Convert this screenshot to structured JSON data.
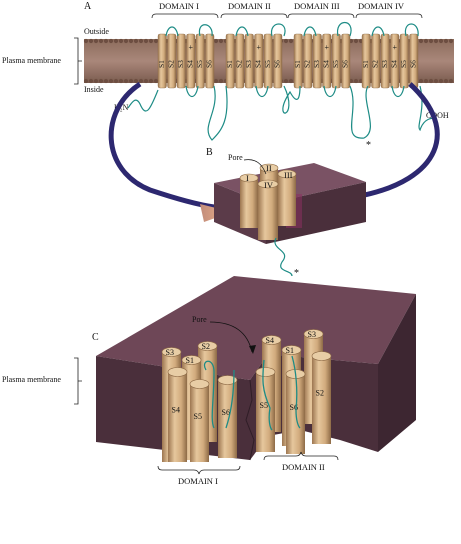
{
  "panel_a": {
    "label": "A",
    "domains": [
      "DOMAIN I",
      "DOMAIN II",
      "DOMAIN III",
      "DOMAIN IV"
    ],
    "segments": [
      "S1",
      "S2",
      "S3",
      "S4",
      "S5",
      "S6"
    ],
    "charge_mark": "+",
    "outside": "Outside",
    "inside": "Inside",
    "membrane": "Plasma membrane",
    "n_term": "H₂N",
    "c_term": "COOH",
    "asterisk": "*"
  },
  "panel_b": {
    "label": "B",
    "pore": "Pore",
    "numerals": [
      "I",
      "II",
      "III",
      "IV"
    ],
    "asterisk": "*"
  },
  "panel_c": {
    "label": "C",
    "pore": "Pore",
    "membrane": "Plasma membrane",
    "domain1_label": "DOMAIN I",
    "domain2_label": "DOMAIN II",
    "d1_segments": [
      "S3",
      "S2",
      "S1",
      "S4",
      "S5",
      "S6"
    ],
    "d2_segments": [
      "S4",
      "S3",
      "S1",
      "S2",
      "S5",
      "S6"
    ]
  },
  "colors": {
    "membrane": "#8a6a5a",
    "slab_top": "#6d4a5a",
    "slab_side": "#4a2f3b",
    "cylinder": "#d7b48a",
    "cylinder_dark": "#a8825a",
    "loop": "#1e8c86",
    "arrow": "#2d2870",
    "arrow_head": "#e0a07a"
  }
}
